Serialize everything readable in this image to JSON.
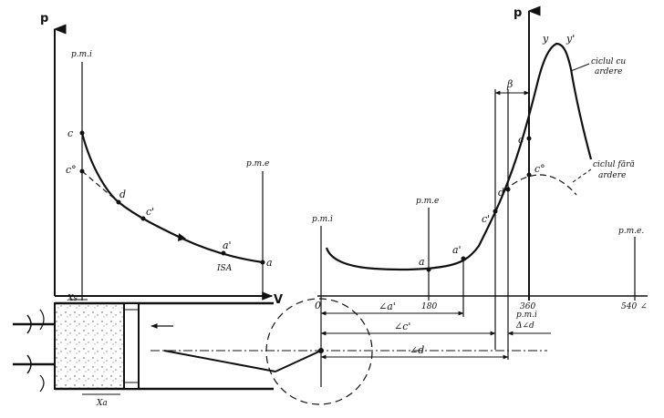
{
  "left_diagram": {
    "y_axis_label": "p",
    "x_axis_label": "V",
    "pmi_label": "p.m.i",
    "pme_label": "p.m.e",
    "points": {
      "c": "c",
      "c0": "c°",
      "d": "d",
      "c_prime": "c'",
      "a_prime": "a'",
      "a": "a",
      "isa": "ISA"
    },
    "bottom_labels": {
      "xs": "Xs",
      "x_alpha": "Xa"
    }
  },
  "right_diagram": {
    "y_axis_label": "p",
    "pmi_label": "p.m.i",
    "pme_label": "p.m.e",
    "pmi_right_label": "p.m.i",
    "pme_right_label": "p.m.e.",
    "beta_label": "β",
    "ticks": {
      "t0": "0",
      "t180": "180",
      "t360": "360",
      "t540": "540"
    },
    "alpha_symbol": "∠",
    "points": {
      "a": "a",
      "a_prime": "a'",
      "c_prime": "c'",
      "d": "d",
      "c": "c",
      "c0": "c°",
      "y": "y",
      "y_prime": "y'"
    },
    "angle_labels": {
      "alpha_a_prime": "∠a'",
      "alpha_c_prime": "∠c'",
      "alpha_d": "∠d",
      "delta_alpha_d": "Δ∠d"
    },
    "legend": {
      "with_ignition_line1": "ciclul cu",
      "with_ignition_line2": "ardere",
      "without_ignition_line1": "ciclul fără",
      "without_ignition_line2": "ardere"
    }
  },
  "colors": {
    "ink": "#111111",
    "paper": "#ffffff"
  }
}
